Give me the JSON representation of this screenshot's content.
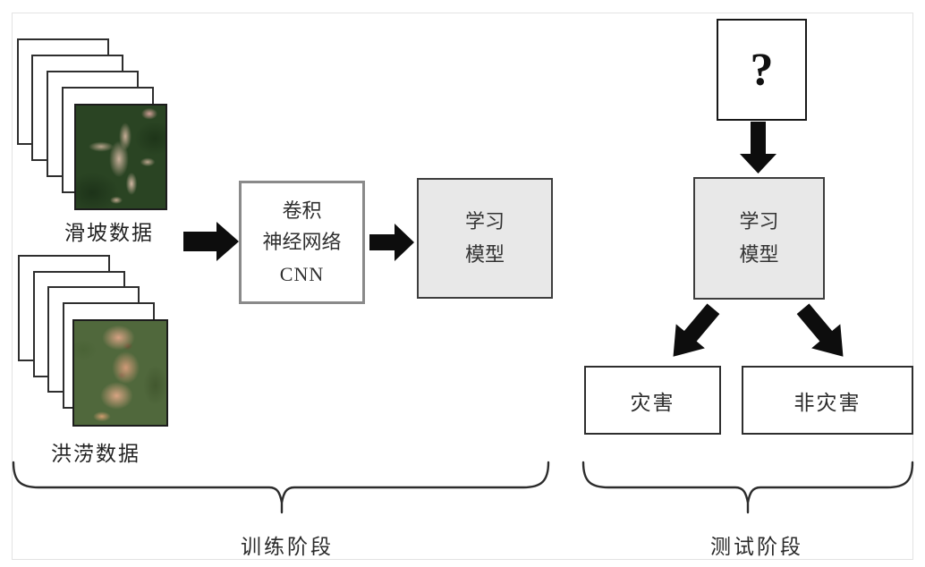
{
  "diagram": {
    "training": {
      "landslide_label": "滑坡数据",
      "flood_label": "洪涝数据",
      "cnn_lines": [
        "卷积",
        "神经网络",
        "CNN"
      ],
      "model_lines": [
        "学习",
        "模型"
      ],
      "phase_label": "训练阶段"
    },
    "test": {
      "query_symbol": "?",
      "model_lines": [
        "学习",
        "模型"
      ],
      "outputs": [
        "灾害",
        "非灾害"
      ],
      "phase_label": "测试阶段"
    },
    "colors": {
      "model_box_fill": "#e8e8e8",
      "arrow": "#0d0d0d"
    }
  }
}
